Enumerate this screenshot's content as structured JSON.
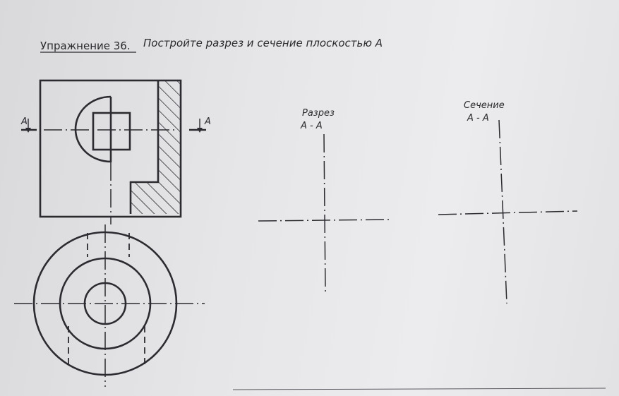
{
  "title": {
    "exercise": "Упражнение 36.",
    "task": "Постройте разрез и сечение плоскостью А"
  },
  "labels": {
    "cut_left": "А",
    "cut_right": "А",
    "section_view_title": "Разрез",
    "section_view_name": "А - А",
    "cross_section_title": "Сечение",
    "cross_section_name": "А - А"
  }
}
